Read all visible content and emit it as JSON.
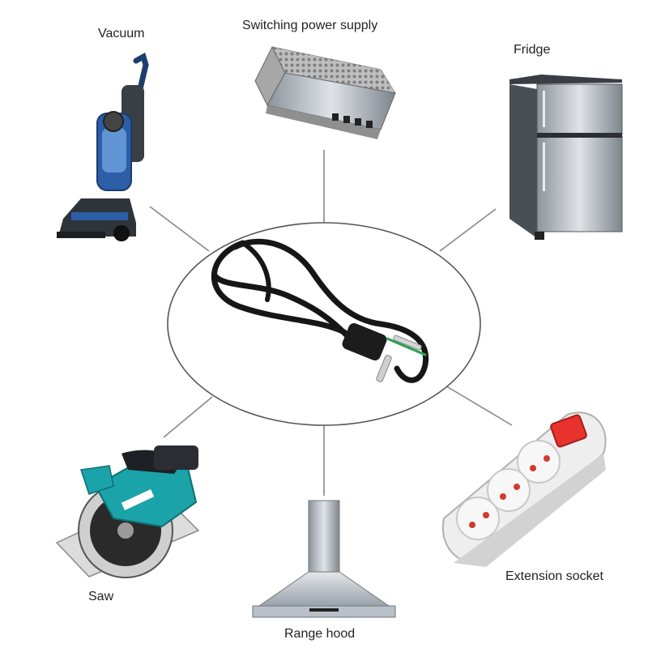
{
  "colors": {
    "connector_line": "#888888",
    "ellipse_stroke": "#555555",
    "cable": "#161616",
    "prong_metal": "#c9c9c9",
    "ground_wire": "#2e9e52",
    "vacuum_body": "#2c5fa8",
    "power_supply_metal": "#bdbdbd",
    "fridge_steel": "#a9b0b8",
    "saw_teal": "#1aa3a8",
    "range_hood_steel": "#c7cdd3",
    "socket_body": "#efefef",
    "socket_switch": "#e8322d"
  },
  "center": {
    "item": "power-cord-icon"
  },
  "nodes": [
    {
      "id": "vacuum",
      "label": "Vacuum",
      "icon": "vacuum-icon"
    },
    {
      "id": "power",
      "label": "Switching power supply",
      "icon": "power-supply-icon"
    },
    {
      "id": "fridge",
      "label": "Fridge",
      "icon": "fridge-icon"
    },
    {
      "id": "saw",
      "label": "Saw",
      "icon": "circular-saw-icon"
    },
    {
      "id": "rangehood",
      "label": "Range hood",
      "icon": "range-hood-icon"
    },
    {
      "id": "socket",
      "label": "Extension socket",
      "icon": "extension-socket-icon"
    }
  ]
}
